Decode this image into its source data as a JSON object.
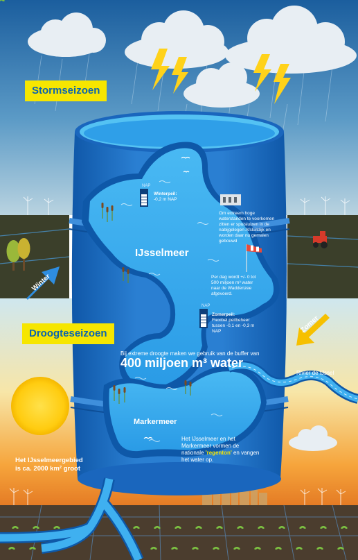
{
  "labels": {
    "storm_season": "Stormseizoen",
    "dry_season": "Droogteseizoen",
    "winter": "Winter",
    "summer": "Zomer",
    "ijsselmeer": "IJsselmeer",
    "markermeer": "Markermeer",
    "river": "Rivier de IJssel",
    "winter_level_title": "Winterpeil:",
    "winter_level_value": "-0,2 m NAP",
    "summer_level_title": "Zomerpeil:",
    "summer_level_value": "Flexibel peilbeheer tussen -0,1 en -0,3 m NAP",
    "naptag": "NAP",
    "storm_text": "Om extreem hoge waterstanden te voorkomen zitten er spuisluizen in de nabijgelegen Afsluitdijk en worden daar nu gemalen gebouwd",
    "discharge_text": "Per dag wordt +/- 0 tot 500 miljoen m³ water naar de Waddenzee afgevoerd.",
    "buffer_line": "Bij extreme droogte maken we gebruik van de buffer van",
    "buffer_amount": "400 miljoen m³ water",
    "area_line1": "Het IJsselmeergebied",
    "area_line2": "is ca. 2000 km² groot",
    "regenton_pre": "Het IJsselmeer en het Markermeer vormen de nationale",
    "regenton_bold": "'regenton'",
    "regenton_post": "en vangen het water op."
  },
  "colors": {
    "sky_top": "#1b5e9e",
    "barrel": "#1e6fc6",
    "barrel_dark": "#0e4f9a",
    "lake": "#3fb0f0",
    "banner": "#f6e600",
    "banner_text": "#0a63b0",
    "sun": "#ffd21a",
    "lightning": "#ffd21a"
  }
}
